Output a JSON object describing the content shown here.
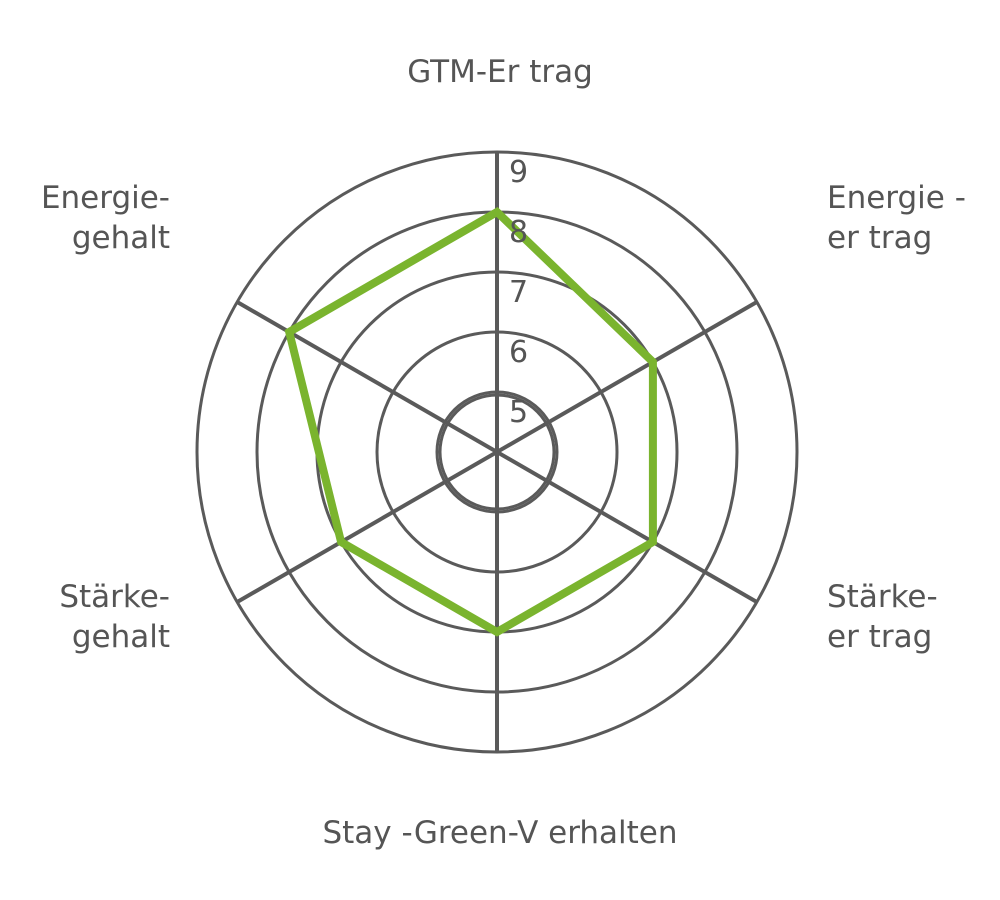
{
  "chart_data": {
    "type": "radar",
    "axes": [
      {
        "label_lines": [
          "GTM-Er trag"
        ],
        "value": 8
      },
      {
        "label_lines": [
          "Energie -",
          "er trag"
        ],
        "value": 7
      },
      {
        "label_lines": [
          "Stärke-",
          "er trag"
        ],
        "value": 7
      },
      {
        "label_lines": [
          "Stay -Green-V erhalten"
        ],
        "value": 7
      },
      {
        "label_lines": [
          "Stärke-",
          "gehalt"
        ],
        "value": 7
      },
      {
        "label_lines": [
          "Energie-",
          "gehalt"
        ],
        "value": 8
      }
    ],
    "scale": {
      "min": 4,
      "max": 9,
      "rings": [
        5,
        6,
        7,
        8,
        9
      ],
      "tick_labels": [
        "5",
        "6",
        "7",
        "8",
        "9"
      ]
    },
    "series": [
      {
        "values": [
          8,
          7,
          7,
          7,
          7,
          8
        ],
        "color": "#7ab42e"
      }
    ],
    "colors": {
      "grid": "#5a5a5a",
      "text": "#555555"
    }
  }
}
